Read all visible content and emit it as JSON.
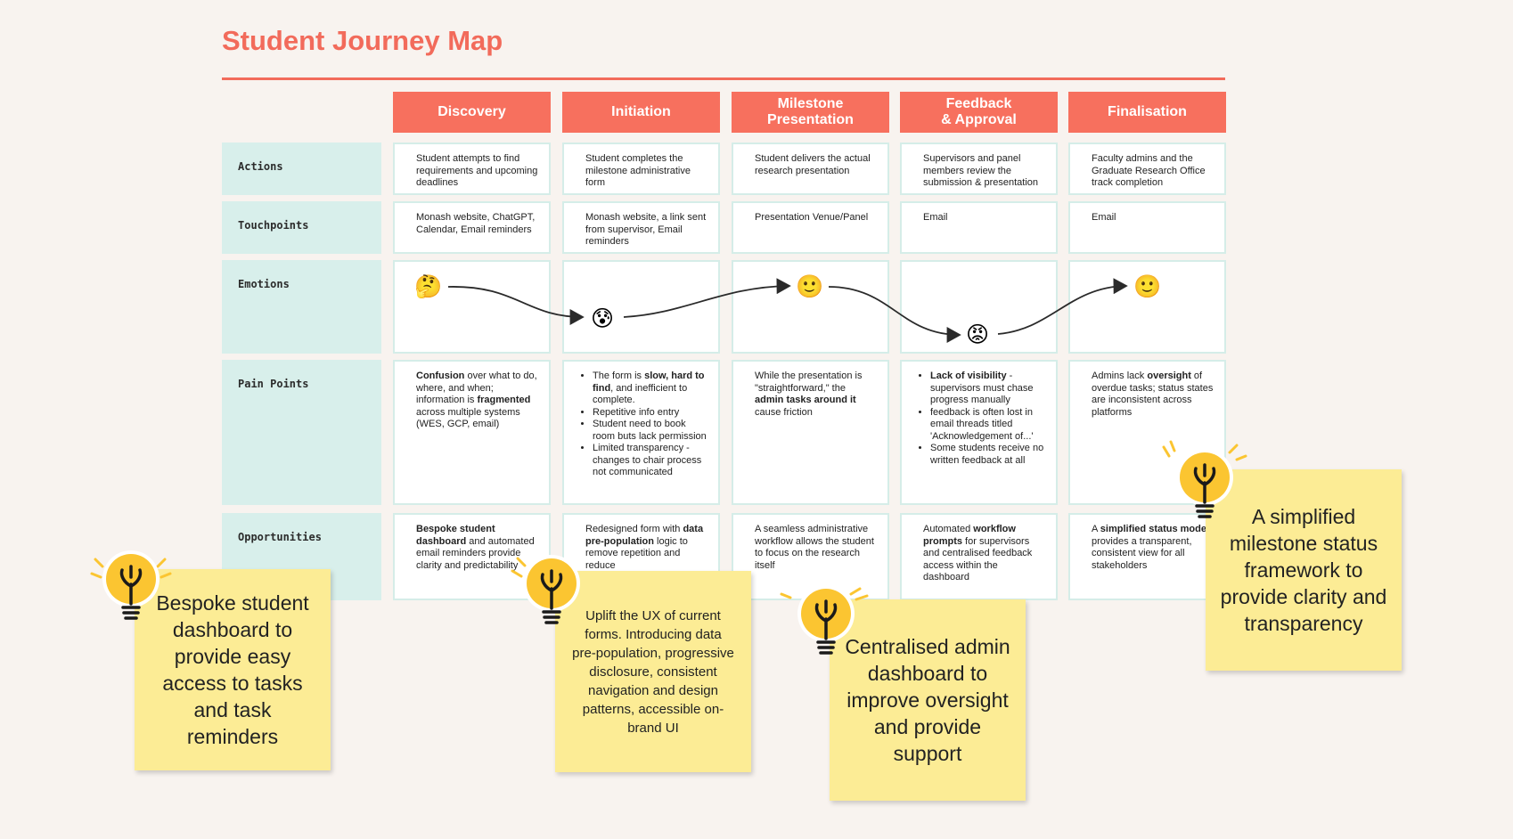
{
  "title": "Student Journey Map",
  "stages": [
    "Discovery",
    "Initiation",
    "Milestone\nPresentation",
    "Feedback\n& Approval",
    "Finalisation"
  ],
  "row_labels": {
    "actions": "Actions",
    "touchpoints": "Touchpoints",
    "emotions": "Emotions",
    "pain_points": "Pain Points",
    "opportunities": "Opportunities"
  },
  "actions": [
    "Student attempts to find requirements and upcoming deadlines",
    "Student completes the milestone administrative form",
    "Student delivers the actual research presentation",
    "Supervisors and panel members review the submission & presentation",
    "Faculty admins and the Graduate Research Office track completion"
  ],
  "touchpoints": [
    "Monash website, ChatGPT, Calendar, Email reminders",
    "Monash website, a link sent from supervisor, Email reminders",
    "Presentation Venue/Panel",
    "Email",
    "Email"
  ],
  "emotions": [
    "🤔",
    "😰",
    "🙂",
    "😡",
    "🙂"
  ],
  "pain_points": {
    "discovery": {
      "b1": "Confusion",
      "t1": " over what to do, where, and when; information is ",
      "b2": "fragmented",
      "t2": " across multiple systems (WES, GCP, email)"
    },
    "initiation": [
      {
        "t1": "The form is ",
        "b1": "slow, hard to find",
        "t2": ", and inefficient to complete."
      },
      {
        "t1": "Repetitive info entry"
      },
      {
        "t1": "Student need to book room buts lack permission"
      },
      {
        "t1": "Limited transparency - changes to chair process not communicated"
      }
    ],
    "milestone": {
      "t1": "While the presentation is \"straightforward,\" the ",
      "b1": "admin tasks around it",
      "t2": " cause friction"
    },
    "feedback": [
      {
        "b1": "Lack of visibility",
        "t1": " -supervisors must chase progress manually"
      },
      {
        "t1": "feedback is often lost in email threads titled 'Acknowledgement of...'"
      },
      {
        "t1": "Some students receive no written feedback at all"
      }
    ],
    "finalisation": {
      "t1": "Admins lack ",
      "b1": "oversight",
      "t2": " of overdue tasks; status states are inconsistent across platforms"
    }
  },
  "opportunities": {
    "discovery": {
      "b1": "Bespoke student dashboard",
      "t1": " and automated email reminders provide clarity and predictability"
    },
    "initiation": {
      "t1": "Redesigned form with ",
      "b1": "data pre-population",
      "t2": " logic to remove repetition and reduce"
    },
    "milestone": {
      "t1": "A seamless administrative workflow allows the student to focus on the research itself"
    },
    "feedback": {
      "t1": "Automated ",
      "b1": "workflow prompts",
      "t2": " for supervisors and centralised feedback access within the dashboard"
    },
    "finalisation": {
      "t1": "A ",
      "b1": "simplified status model",
      "t2": " provides a transparent, consistent view for all stakeholders"
    }
  },
  "stickies": [
    "Bespoke student dashboard to provide easy access to tasks and task reminders",
    "Uplift the UX of current forms. Introducing data pre-population, progressive disclosure, consistent navigation and design patterns, accessible on-brand UI",
    "Centralised admin dashboard to improve oversight and provide support",
    "A simplified milestone status framework to provide clarity and transparency"
  ],
  "colors": {
    "accent": "#f26b5b",
    "stage_header": "#f7705e",
    "row_label_bg": "#d8efeb",
    "sticky": "#fcec95",
    "bulb": "#fbc531"
  },
  "icons": [
    "lightbulb-icon",
    "arrow-icon"
  ]
}
